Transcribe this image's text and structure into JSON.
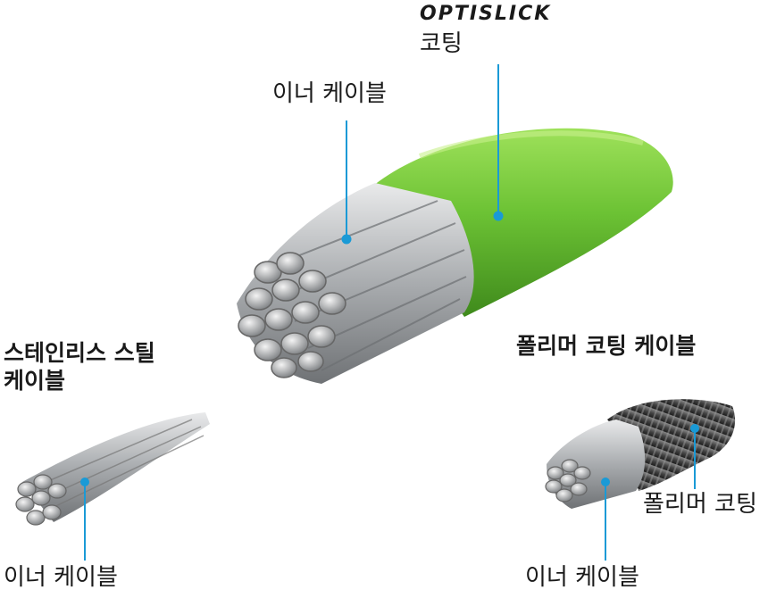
{
  "colors": {
    "callout": "#1a9ad6",
    "coating_green": "#6cc234",
    "polymer_dark": "#3a3a3a",
    "steel": "#b9bcbf"
  },
  "top": {
    "brand": "OPTISLICK",
    "coating_label": "코팅",
    "inner_cable_label": "이너 케이블"
  },
  "stainless": {
    "title_line1": "스테인리스 스틸",
    "title_line2": "케이블",
    "inner_cable_label": "이너 케이블"
  },
  "polymer": {
    "title": "폴리머 코팅 케이블",
    "coating_label": "폴리머 코팅",
    "inner_cable_label": "이너 케이블"
  }
}
